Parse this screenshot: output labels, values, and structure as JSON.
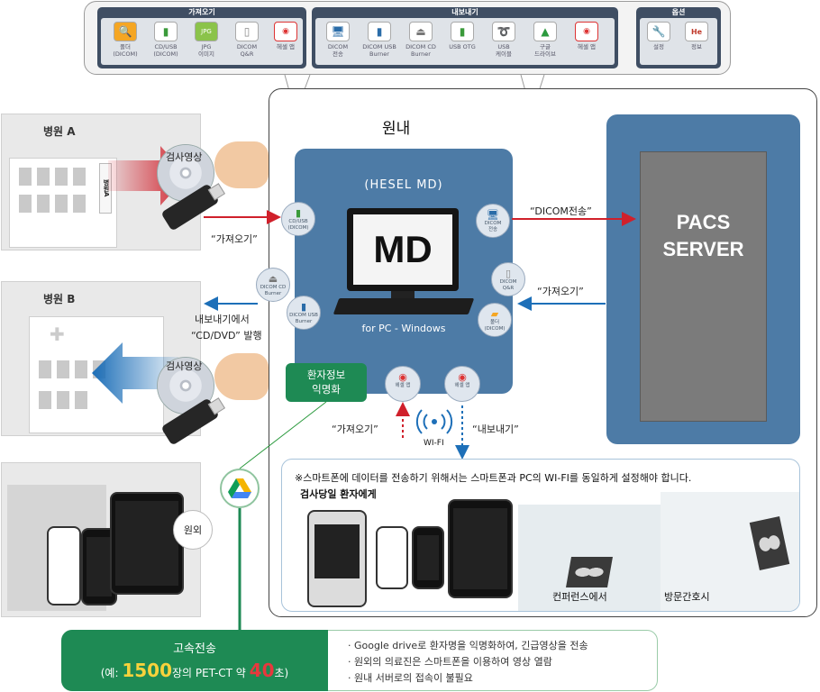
{
  "toolbar": {
    "groups": [
      {
        "title": "가져오기",
        "items": [
          {
            "label": "폴더\n(DICOM)",
            "icon": "folder-icon"
          },
          {
            "label": "CD/USB\n(DICOM)",
            "icon": "usb-icon"
          },
          {
            "label": "JPG\n이미지",
            "icon": "jpg-icon"
          },
          {
            "label": "DICOM\nQ&R",
            "icon": "server-icon"
          },
          {
            "label": "헤셀 앱",
            "icon": "hesel-app-icon"
          }
        ]
      },
      {
        "title": "내보내기",
        "items": [
          {
            "label": "DICOM\n전송",
            "icon": "computer-icon"
          },
          {
            "label": "DICOM USB\nBurner",
            "icon": "usb-icon"
          },
          {
            "label": "DICOM CD\nBurner",
            "icon": "cd-burner-icon"
          },
          {
            "label": "USB OTG",
            "icon": "usb-icon"
          },
          {
            "label": "USB\n케이블",
            "icon": "cable-icon"
          },
          {
            "label": "구글\n드라이브",
            "icon": "google-drive-icon"
          },
          {
            "label": "헤셀 앱",
            "icon": "hesel-app-icon"
          }
        ]
      },
      {
        "title": "옵션",
        "items": [
          {
            "label": "설정",
            "icon": "tools-icon"
          },
          {
            "label": "정보",
            "icon": "info-icon"
          }
        ]
      }
    ]
  },
  "hospital_a": {
    "title": "병원 A",
    "sign": "병원A",
    "disc_label": "검사영상"
  },
  "hospital_b": {
    "title": "병원 B",
    "disc_label": "검사영상"
  },
  "main": {
    "label": "원내",
    "md_title": "(HESEL MD)",
    "md_screen": "MD",
    "md_sub": "for PC - Windows",
    "icons": {
      "cd_usb": "CD/USB\n(DICOM)",
      "cd_burner": "DICOM CD\nBurner",
      "usb_burner": "DICOM USB\nBurner",
      "dicom_send": "DICOM\n전송",
      "dicom_qr": "DICOM\nQ&R",
      "folder": "폴더\n(DICOM)",
      "app_import": "헤셀 앱",
      "app_export": "헤셀 앱"
    },
    "anonymize": "환자정보\n익명화",
    "pacs": "PACS\nSERVER"
  },
  "arrows": {
    "import_a": "“가져오기”",
    "export_b_line1": "내보내기에서",
    "export_b_line2": "“CD/DVD” 발행",
    "dicom_send": "“DICOM전송”",
    "pacs_import": "“가져오기”",
    "app_import": "“가져오기”",
    "app_export": "“내보내기”",
    "wifi": "WI-FI"
  },
  "smartphone": {
    "note": "※스마트폰에 데이터를 전송하기 위해서는 스마트폰과 PC의 WI-FI를 동일하게 설정해야 합니다.",
    "subtitle": "검사당일 환자에게",
    "conference": "컨퍼런스에서",
    "visit": "방문간호시"
  },
  "outside": {
    "label": "원외"
  },
  "bottom": {
    "title": "고속전송",
    "sub_prefix": "(예: ",
    "sub_num1": "1500",
    "sub_mid": "장의 PET-CT 약 ",
    "sub_num2": "40",
    "sub_suffix": "초)",
    "bullets": [
      "· Google drive로 환자명을 익명화하여, 긴급영상을 전송",
      "· 원외의 의료진은 스마트폰을 이용하여 영상 열람",
      "· 원내 서버로의 접속이 불필요"
    ]
  },
  "colors": {
    "accent_blue": "#4d7ba6",
    "green": "#1e8a54",
    "red_arrow": "#d0202b",
    "blue_arrow": "#1d6fb8"
  }
}
